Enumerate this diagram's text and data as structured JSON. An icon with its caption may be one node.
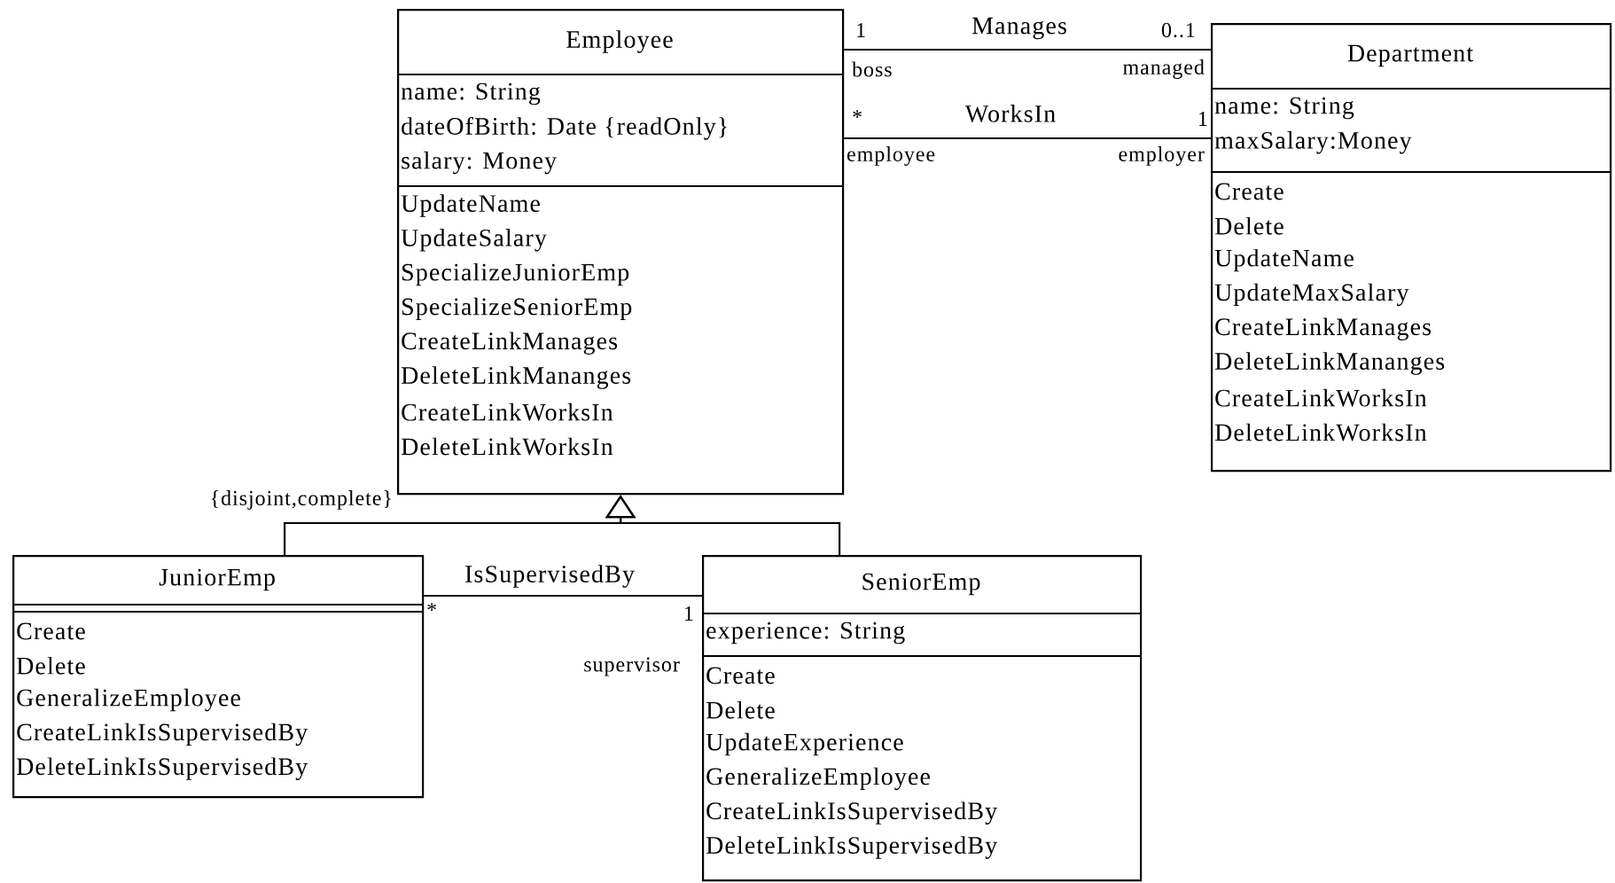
{
  "diagram": {
    "nodes": [
      {
        "text": [
          "Employee",
          "name: String",
          "dateOfBirth: Date {readOnly}",
          "salary: Money",
          "UpdateName",
          "UpdateSalary",
          "SpecializeJuniorEmp",
          "SpecializeSeniorEmp",
          "CreateLinkManages",
          "DeleteLinkMananges",
          "CreateLinkWorksIn",
          "DeleteLinkWorksIn"
        ]
      },
      {
        "text": [
          "Department",
          "name: String",
          "maxSalary:Money",
          "Create",
          "Delete",
          "UpdateName",
          "UpdateMaxSalary",
          "CreateLinkManages",
          "DeleteLinkMananges",
          "CreateLinkWorksIn",
          "DeleteLinkWorksIn"
        ]
      },
      {
        "text": [
          "JuniorEmp",
          "Create",
          "Delete",
          "GeneralizeEmployee",
          "CreateLinkIsSupervisedBy",
          "DeleteLinkIsSupervisedBy"
        ]
      },
      {
        "text": [
          "SeniorEmp",
          "experience: String",
          "Create",
          "Delete",
          "UpdateExperience",
          "GeneralizeEmployee",
          "CreateLinkIsSupervisedBy",
          "DeleteLinkIsSupervisedBy"
        ]
      }
    ],
    "edges": [
      {
        "from": 0,
        "to": 1,
        "arrow": "none",
        "label": "Manages"
      },
      {
        "from": 0,
        "to": 1,
        "arrow": "none",
        "label": "WorksIn"
      },
      {
        "from": 2,
        "to": 3,
        "arrow": "none",
        "label": "IsSupervisedBy"
      },
      {
        "from": 2,
        "to": 0,
        "arrow": "to"
      },
      {
        "from": 3,
        "to": 0,
        "arrow": "to"
      }
    ],
    "labels": [
      "1",
      "0..1",
      "boss",
      "managed",
      "*",
      "1",
      "employee",
      "employer",
      "{disjoint,complete}",
      "*",
      "1",
      "supervisor"
    ]
  }
}
